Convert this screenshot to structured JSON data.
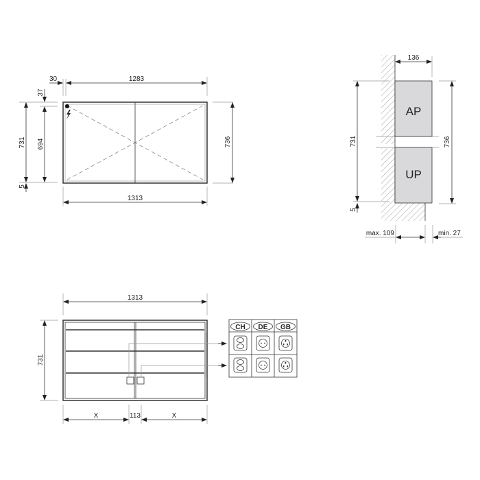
{
  "front_view": {
    "dim_offset_left": "30",
    "dim_inner_width": "1283",
    "dim_top_offset": "37",
    "dim_total_height": "731",
    "dim_inner_height": "694",
    "dim_bottom_offset": "5",
    "dim_right_height": "736",
    "dim_total_width": "1313",
    "electrical_icon": "lightning-bolt"
  },
  "side_view": {
    "dim_depth": "136",
    "label_surface": "AP",
    "label_flush": "UP",
    "dim_left_height": "731",
    "dim_right_height": "736",
    "dim_bottom_offset": "5",
    "dim_max_recess": "max. 109",
    "dim_min_protrusion": "min. 27"
  },
  "rear_view": {
    "dim_total_width": "1313",
    "dim_height": "731",
    "dim_side_left": "X",
    "dim_center": "113",
    "dim_side_right": "X"
  },
  "socket_table": {
    "columns": [
      "CH",
      "DE",
      "GB"
    ],
    "rows": 2,
    "socket_icons": [
      "swiss-socket-icon",
      "schuko-socket-icon",
      "uk-socket-icon"
    ]
  }
}
